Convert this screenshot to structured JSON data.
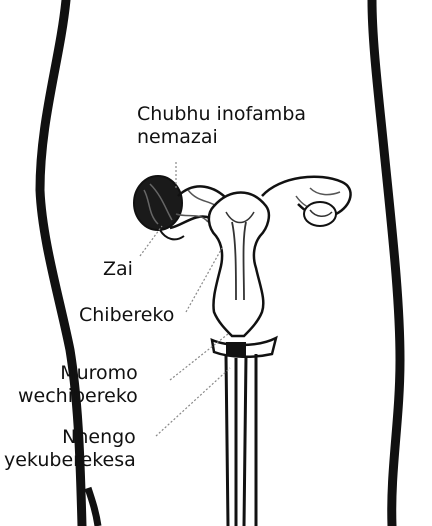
{
  "labels": {
    "fallopian_tube": {
      "line1": "Chubhu inofamba",
      "line2": "nemazai"
    },
    "ovary": {
      "text": "Zai"
    },
    "uterus": {
      "text": "Chibereko"
    },
    "cervix": {
      "line1": "Muromo",
      "line2": "wechibereko"
    },
    "vagina": {
      "line1": "Nhengo",
      "line2": "yekuberekesa"
    }
  },
  "colors": {
    "ink": "#111111",
    "background": "#ffffff",
    "leader": "#888888"
  }
}
